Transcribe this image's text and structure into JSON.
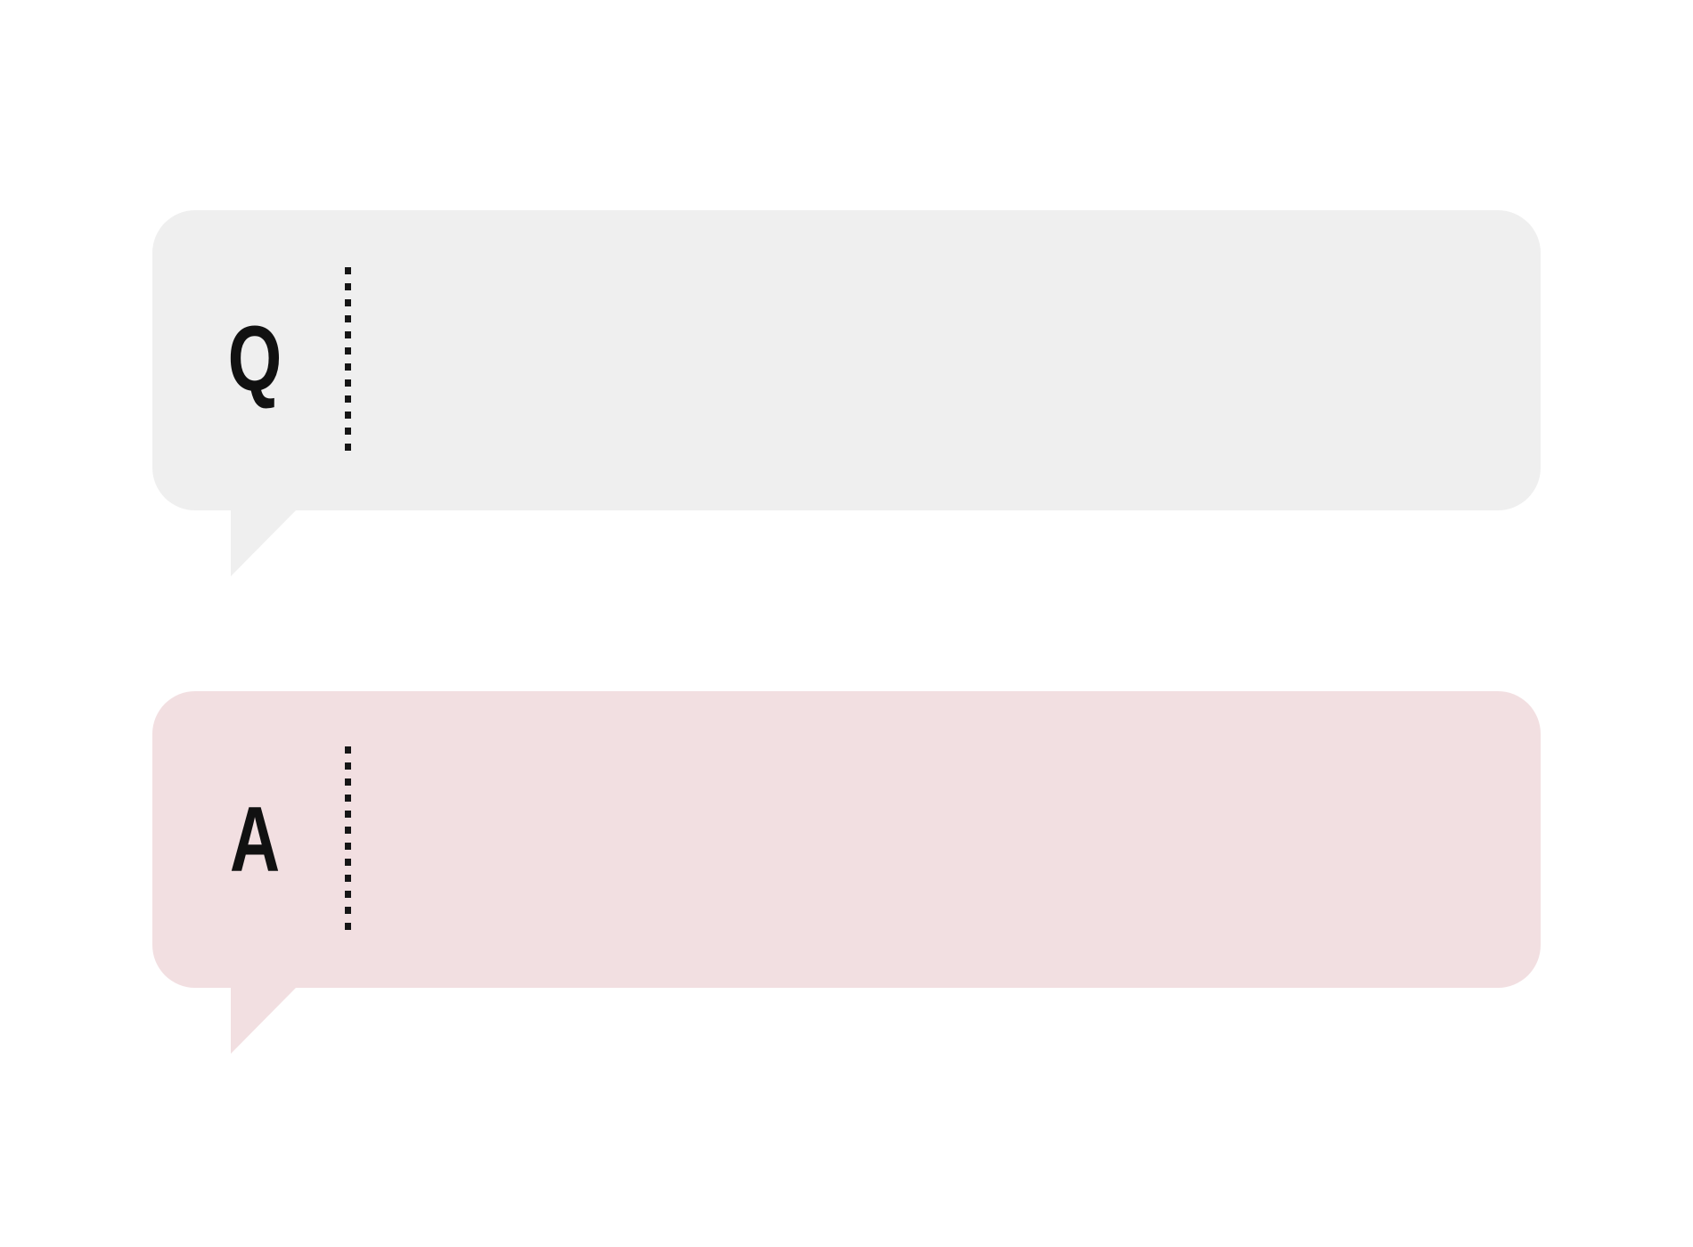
{
  "canvas": {
    "background_color": "#ffffff"
  },
  "qa_template": {
    "question": {
      "label": "Q",
      "bubble_color": "#efefef",
      "label_color": "#111111",
      "content": ""
    },
    "answer": {
      "label": "A",
      "bubble_color": "#f2dfe1",
      "label_color": "#111111",
      "content": ""
    },
    "divider": {
      "style": "dotted-vertical-line",
      "color": "#161616"
    }
  }
}
